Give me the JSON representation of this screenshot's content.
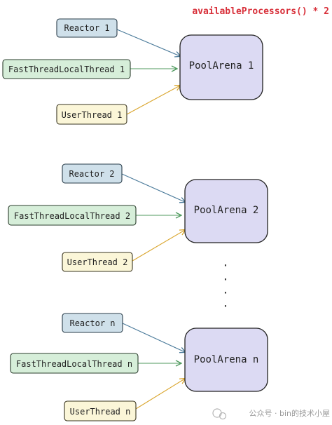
{
  "title": "availableProcessors() * 2",
  "groups": [
    {
      "reactor": "Reactor 1",
      "fast_thread": "FastThreadLocalThread 1",
      "user_thread": "UserThread 1",
      "arena": "PoolArena 1"
    },
    {
      "reactor": "Reactor 2",
      "fast_thread": "FastThreadLocalThread 2",
      "user_thread": "UserThread 2",
      "arena": "PoolArena 2"
    },
    {
      "reactor": "Reactor n",
      "fast_thread": "FastThreadLocalThread n",
      "user_thread": "UserThread n",
      "arena": "PoolArena n"
    }
  ],
  "ellipsis": "·",
  "watermark": "公众号 · bin的技术小屋",
  "colors": {
    "reactor_fill": "#cfe0ea",
    "fast_thread_fill": "#d6eed9",
    "user_thread_fill": "#fbf6d8",
    "arena_fill": "#dcdaf3",
    "reactor_arrow": "#4a7a9a",
    "fast_thread_arrow": "#4f9a5e",
    "user_thread_arrow": "#d9a42a",
    "title": "#d8303a"
  }
}
